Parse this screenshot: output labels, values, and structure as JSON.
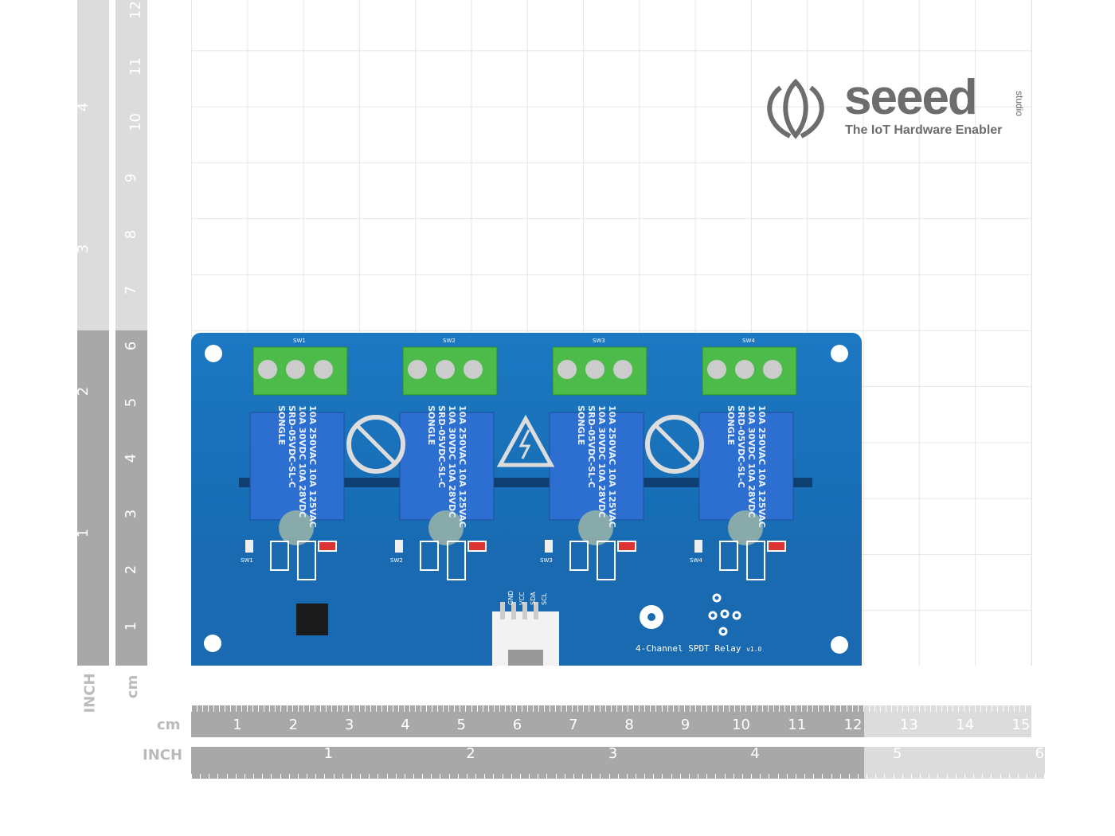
{
  "brand": {
    "name": "seeed",
    "suffix": "studio",
    "tagline": "The IoT Hardware Enabler"
  },
  "board": {
    "title": "4-Channel SPDT Relay",
    "version": "v1.0",
    "switch_labels": [
      "SW1",
      "SW2",
      "SW3",
      "SW4"
    ],
    "relay_text": [
      "10A 250VAC 10A 125VAC",
      "10A 30VDC 10A 28VDC",
      "SRD-05VDC-SL-C"
    ],
    "relay_brand": "SONGLE",
    "connector_pins": [
      "GND",
      "VCC",
      "SDA",
      "SCL"
    ]
  },
  "rulers": {
    "cm_unit": "cm",
    "inch_unit": "INCH",
    "cm_ticks": [
      "1",
      "2",
      "3",
      "4",
      "5",
      "6",
      "7",
      "8",
      "9",
      "10",
      "11",
      "12",
      "13",
      "14",
      "15"
    ],
    "inch_ticks": [
      "1",
      "2",
      "3",
      "4",
      "5",
      "6"
    ],
    "v_cm_ticks": [
      "1",
      "2",
      "3",
      "4",
      "5",
      "6",
      "7",
      "8",
      "9",
      "10",
      "11",
      "12"
    ],
    "v_inch_ticks": [
      "1",
      "2",
      "3",
      "4"
    ]
  },
  "colors": {
    "pcb": "#1a6db4",
    "relay": "#2c6fd0",
    "terminal": "#4cbb4a",
    "ruler": "#a8a8a8",
    "ruler_light": "#dcdcdc"
  }
}
